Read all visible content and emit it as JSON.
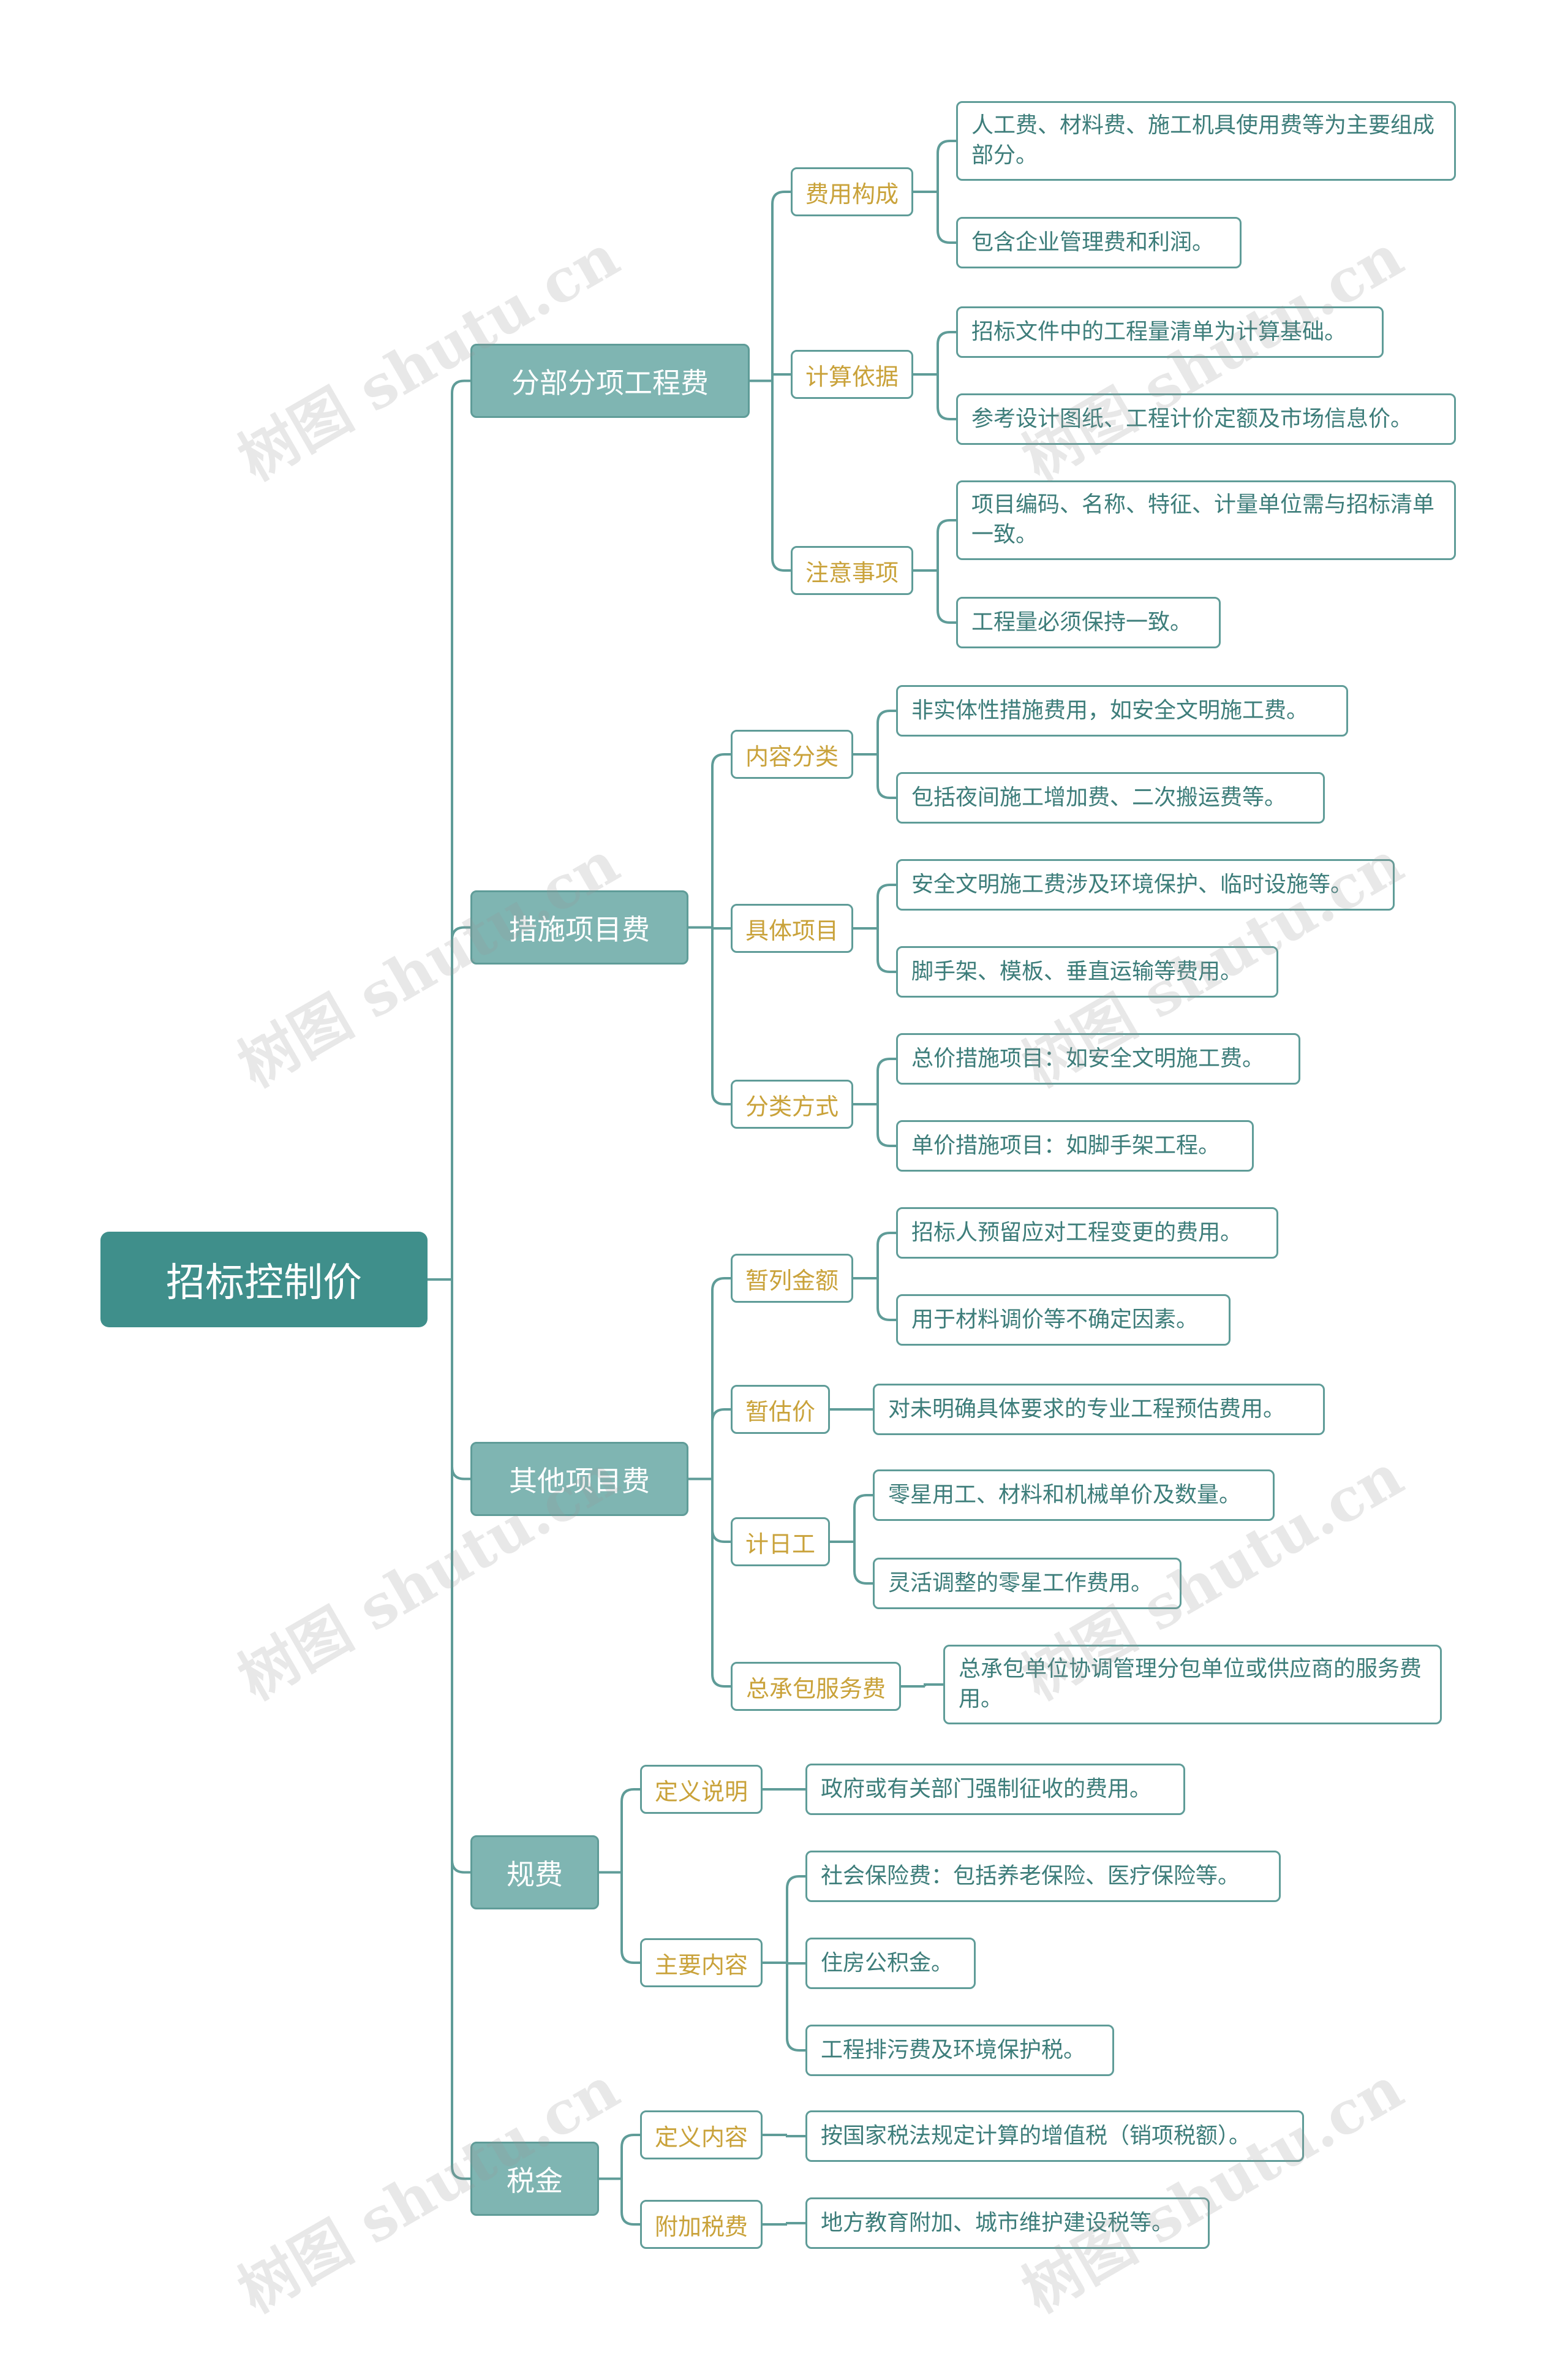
{
  "root": {
    "label": "招标控制价"
  },
  "branches": [
    {
      "label": "分部分项工程费",
      "children": [
        {
          "label": "费用构成",
          "items": [
            "人工费、材料费、施工机具使用费等为主要组成部分。",
            "包含企业管理费和利润。"
          ]
        },
        {
          "label": "计算依据",
          "items": [
            "招标文件中的工程量清单为计算基础。",
            "参考设计图纸、工程计价定额及市场信息价。"
          ]
        },
        {
          "label": "注意事项",
          "items": [
            "项目编码、名称、特征、计量单位需与招标清单一致。",
            "工程量必须保持一致。"
          ]
        }
      ]
    },
    {
      "label": "措施项目费",
      "children": [
        {
          "label": "内容分类",
          "items": [
            "非实体性措施费用，如安全文明施工费。",
            "包括夜间施工增加费、二次搬运费等。"
          ]
        },
        {
          "label": "具体项目",
          "items": [
            "安全文明施工费涉及环境保护、临时设施等。",
            "脚手架、模板、垂直运输等费用。"
          ]
        },
        {
          "label": "分类方式",
          "items": [
            "总价措施项目：如安全文明施工费。",
            "单价措施项目：如脚手架工程。"
          ]
        }
      ]
    },
    {
      "label": "其他项目费",
      "children": [
        {
          "label": "暂列金额",
          "items": [
            "招标人预留应对工程变更的费用。",
            "用于材料调价等不确定因素。"
          ]
        },
        {
          "label": "暂估价",
          "items": [
            "对未明确具体要求的专业工程预估费用。"
          ]
        },
        {
          "label": "计日工",
          "items": [
            "零星用工、材料和机械单价及数量。",
            "灵活调整的零星工作费用。"
          ]
        },
        {
          "label": "总承包服务费",
          "items": [
            "总承包单位协调管理分包单位或供应商的服务费用。"
          ]
        }
      ]
    },
    {
      "label": "规费",
      "children": [
        {
          "label": "定义说明",
          "items": [
            "政府或有关部门强制征收的费用。"
          ]
        },
        {
          "label": "主要内容",
          "items": [
            "社会保险费：包括养老保险、医疗保险等。",
            "住房公积金。",
            "工程排污费及环境保护税。"
          ]
        }
      ]
    },
    {
      "label": "税金",
      "children": [
        {
          "label": "定义内容",
          "items": [
            "按国家税法规定计算的增值税（销项税额）。"
          ]
        },
        {
          "label": "附加税费",
          "items": [
            "地方教育附加、城市维护建设税等。"
          ]
        }
      ]
    }
  ],
  "watermark": "树图 shutu.cn",
  "colors": {
    "root": "#3f8f8b",
    "branch": "#7fb5b2",
    "line": "#5f9c98",
    "category_text": "#c9a23a",
    "leaf_text": "#3d7d7a"
  }
}
